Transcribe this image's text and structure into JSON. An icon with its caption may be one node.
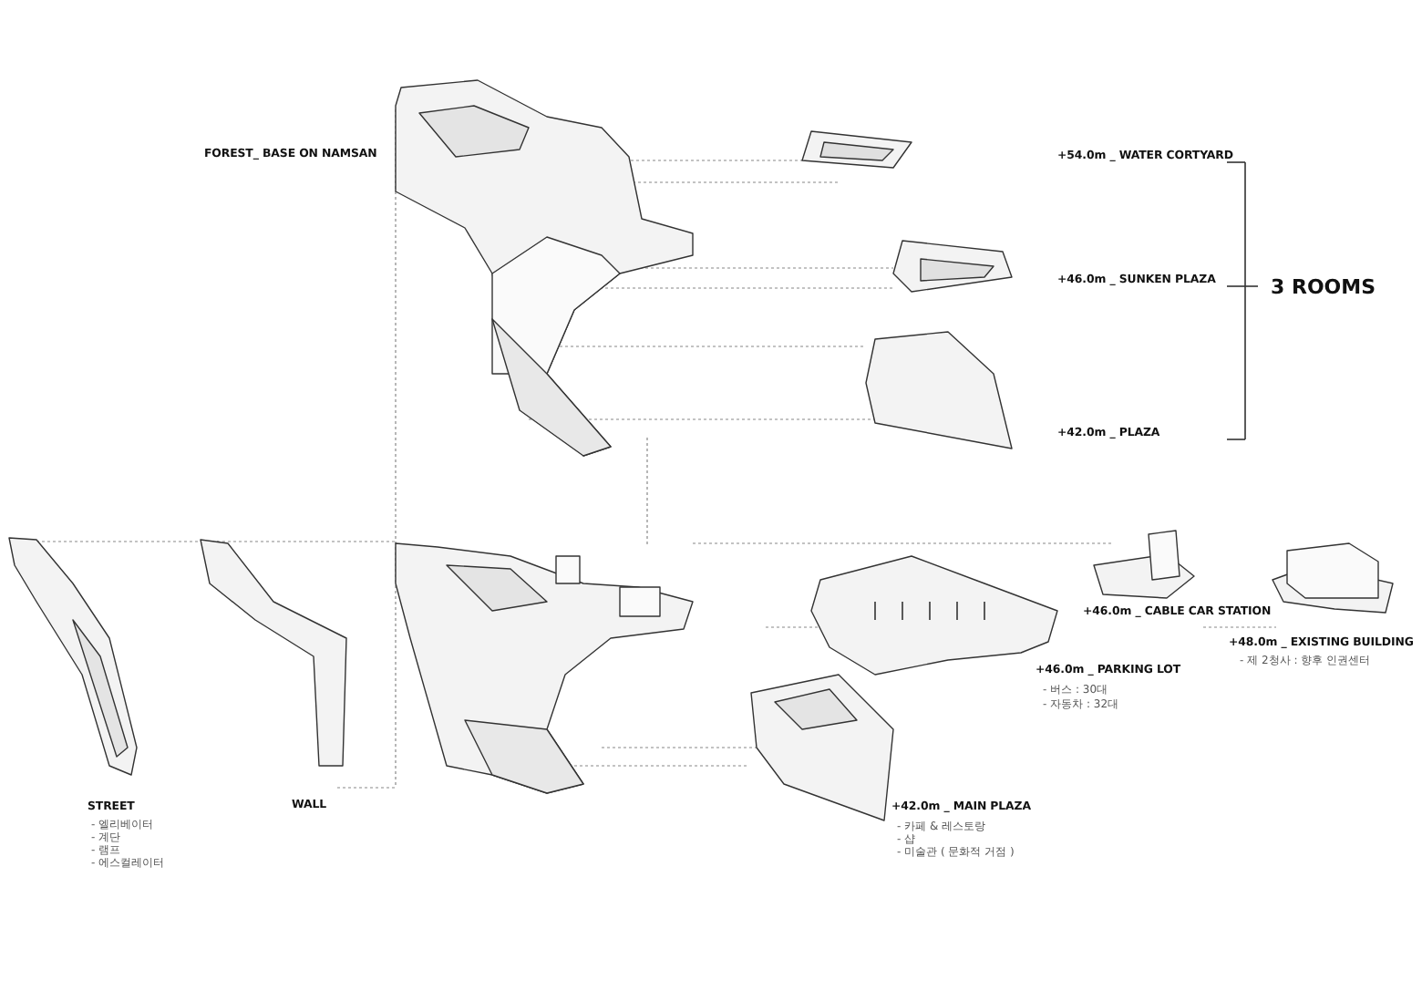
{
  "diagram": {
    "labels": [
      "FOREST_ BASE ON NAMSAN",
      "+54.0m _ WATER CORTYARD",
      "+46.0m _ SUNKEN PLAZA",
      "3 ROOMS",
      "+42.0m _ PLAZA",
      "+46.0m _ CABLE CAR STATION",
      "+48.0m _ EXISTING BUILDING",
      "- 제 2청사 : 향후 인권센터",
      "+46.0m _ PARKING LOT",
      "- 버스 : 30대",
      "- 자동차 : 32대",
      "STREET",
      "- 엘리베이터",
      "- 계단",
      "- 램프",
      "- 에스컬레이터",
      "WALL",
      "+42.0m _ MAIN PLAZA",
      "- 카페 & 레스토랑",
      "- 샵",
      "- 미술관 ( 문화적 거점 )"
    ]
  }
}
